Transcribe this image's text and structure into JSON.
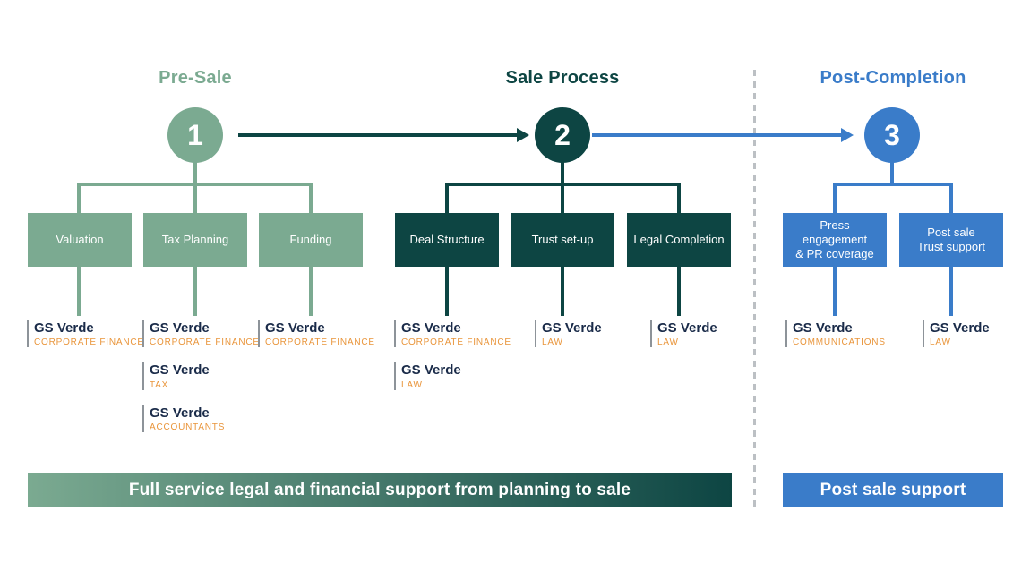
{
  "diagram": {
    "phases": [
      {
        "label": "Pre-Sale",
        "number": "1",
        "boxes": [
          {
            "label": "Valuation",
            "services": [
              {
                "brand": "GS Verde",
                "division": "CORPORATE FINANCE"
              }
            ]
          },
          {
            "label": "Tax Planning",
            "services": [
              {
                "brand": "GS Verde",
                "division": "CORPORATE FINANCE"
              },
              {
                "brand": "GS Verde",
                "division": "TAX"
              },
              {
                "brand": "GS Verde",
                "division": "ACCOUNTANTS"
              }
            ]
          },
          {
            "label": "Funding",
            "services": [
              {
                "brand": "GS Verde",
                "division": "CORPORATE FINANCE"
              }
            ]
          }
        ]
      },
      {
        "label": "Sale Process",
        "number": "2",
        "boxes": [
          {
            "label": "Deal Structure",
            "services": [
              {
                "brand": "GS Verde",
                "division": "CORPORATE FINANCE"
              },
              {
                "brand": "GS Verde",
                "division": "LAW"
              }
            ]
          },
          {
            "label": "Trust set-up",
            "services": [
              {
                "brand": "GS Verde",
                "division": "LAW"
              }
            ]
          },
          {
            "label": "Legal Completion",
            "services": [
              {
                "brand": "GS Verde",
                "division": "LAW"
              }
            ]
          }
        ]
      },
      {
        "label": "Post-Completion",
        "number": "3",
        "boxes": [
          {
            "label": "Press engagement\n& PR coverage",
            "services": [
              {
                "brand": "GS Verde",
                "division": "COMMUNICATIONS"
              }
            ]
          },
          {
            "label": "Post sale\nTrust support",
            "services": [
              {
                "brand": "GS Verde",
                "division": "LAW"
              }
            ]
          }
        ]
      }
    ],
    "footer": {
      "pre_sale_bar": "Full service legal and financial support from planning to sale",
      "post_sale_bar": "Post sale support"
    },
    "colors": {
      "sage": "#7BAA91",
      "teal": "#0D4543",
      "blue": "#3A7CC9",
      "orange": "#E9953B",
      "navy": "#1A2B49"
    }
  }
}
